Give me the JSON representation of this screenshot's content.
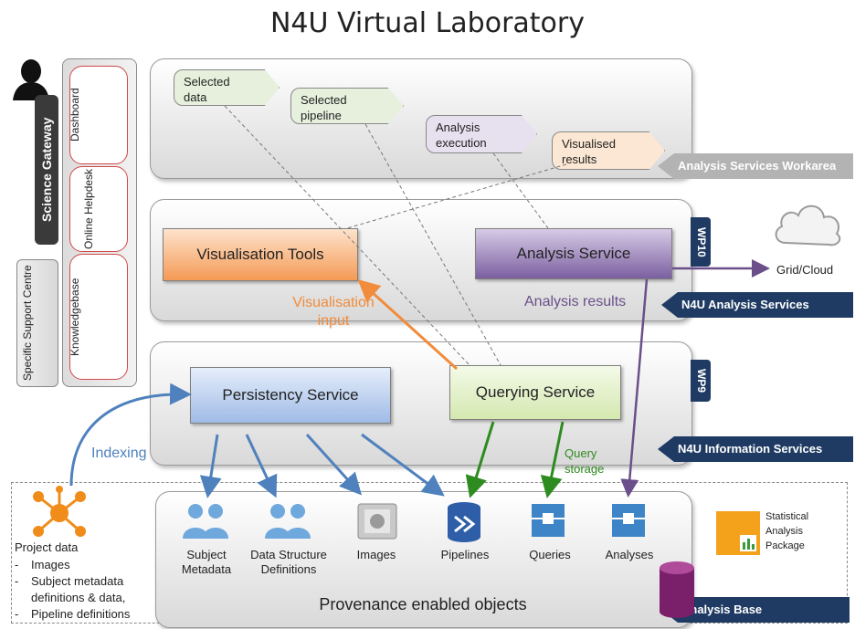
{
  "title": "N4U Virtual Laboratory",
  "sidebar": {
    "science_gateway": "Science Gateway",
    "specific_support_centre": "Specific Support Centre",
    "dashboard": "Dashboard",
    "online_helpdesk": "Online Helpdesk",
    "knowledgebase": "Knowledgebase"
  },
  "workarea": {
    "notes": {
      "selected_data": "Selected data",
      "selected_pipeline": "Selected pipeline",
      "analysis_execution": "Analysis execution",
      "visualised_results": "Visualised results"
    },
    "tag": "Analysis Services Workarea"
  },
  "analysis_layer": {
    "visualisation_tools": "Visualisation Tools",
    "analysis_service": "Analysis Service",
    "wp": "WP10",
    "tag": "N4U Analysis Services",
    "grid_cloud": "Grid/Cloud",
    "visualisation_input": "Visualisation input",
    "analysis_results": "Analysis results"
  },
  "information_layer": {
    "persistency_service": "Persistency Service",
    "querying_service": "Querying Service",
    "wp": "WP9",
    "tag": "N4U Information Services",
    "indexing": "Indexing",
    "query_storage": "Query storage"
  },
  "analysis_base": {
    "objects": {
      "subject_metadata": "Subject Metadata",
      "data_structure_definitions": "Data Structure Definitions",
      "images": "Images",
      "pipelines": "Pipelines",
      "queries": "Queries",
      "analyses": "Analyses"
    },
    "provenance_label": "Provenance enabled objects",
    "statistical_package": "Statistical Analysis Package",
    "tag": "Analysis Base"
  },
  "project_data": {
    "title": "Project data",
    "items": [
      "Images",
      "Subject metadata definitions & data,",
      "Pipeline definitions"
    ]
  },
  "colors": {
    "navy": "#1f3b63",
    "orange_arrow": "#f08c3c",
    "purple_arrow": "#6a4f8a",
    "green_arrow": "#2e8b1f",
    "blue_arrow": "#4f81bd"
  }
}
